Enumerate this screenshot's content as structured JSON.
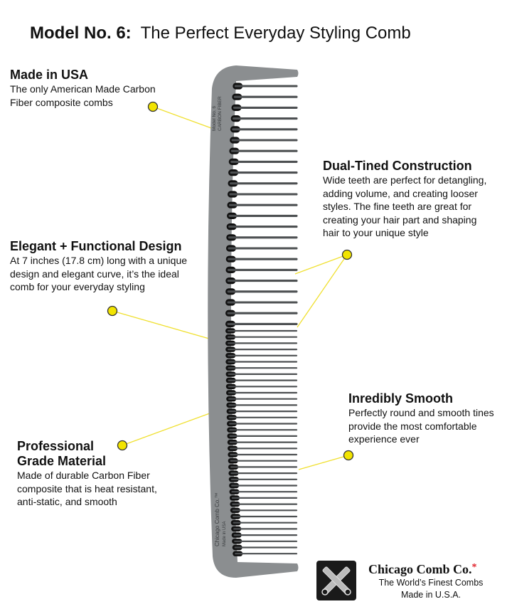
{
  "title": {
    "bold": "Model No. 6:",
    "rest": "The Perfect Everyday Styling Comb"
  },
  "features": {
    "made_in_usa": {
      "heading": "Made in USA",
      "lines": [
        "The only American Made Carbon",
        "Fiber composite combs"
      ]
    },
    "dual_tined": {
      "heading": "Dual-Tined Construction",
      "lines": [
        "Wide teeth are perfect for detangling,",
        "adding volume, and creating looser",
        "styles.  The fine teeth are great for",
        "creating your hair part and shaping",
        "hair to your unique style"
      ]
    },
    "elegant": {
      "heading": "Elegant + Functional Design",
      "lines": [
        "At 7 inches (17.8 cm) long with a unique",
        "design and elegant curve, it’s the ideal",
        "comb for your everyday styling"
      ]
    },
    "professional": {
      "heading_lines": [
        "Professional",
        "Grade Material"
      ],
      "lines": [
        "Made of durable Carbon Fiber",
        "composite that is heat resistant,",
        "anti-static, and smooth"
      ]
    },
    "smooth": {
      "heading": "Inredibly Smooth",
      "lines": [
        "Perfectly round and smooth tines",
        "provide the most comfortable",
        "experience ever"
      ]
    }
  },
  "comb": {
    "imprint_top": [
      "Model No. 6",
      "CARBON FIBER"
    ],
    "imprint_bottom": [
      "Chicago Comb Co.™",
      "Made in USA"
    ]
  },
  "logo": {
    "name": "Chicago Comb Co.",
    "star": "*",
    "tagline": [
      "The World’s Finest Combs",
      "Made in U.S.A."
    ],
    "icon": "crossed-combs-icon"
  },
  "colors": {
    "callout_dot": "#f2e400",
    "callout_line": "#f0e030",
    "comb": "#8b8e90",
    "logo_star": "#e0202a"
  }
}
